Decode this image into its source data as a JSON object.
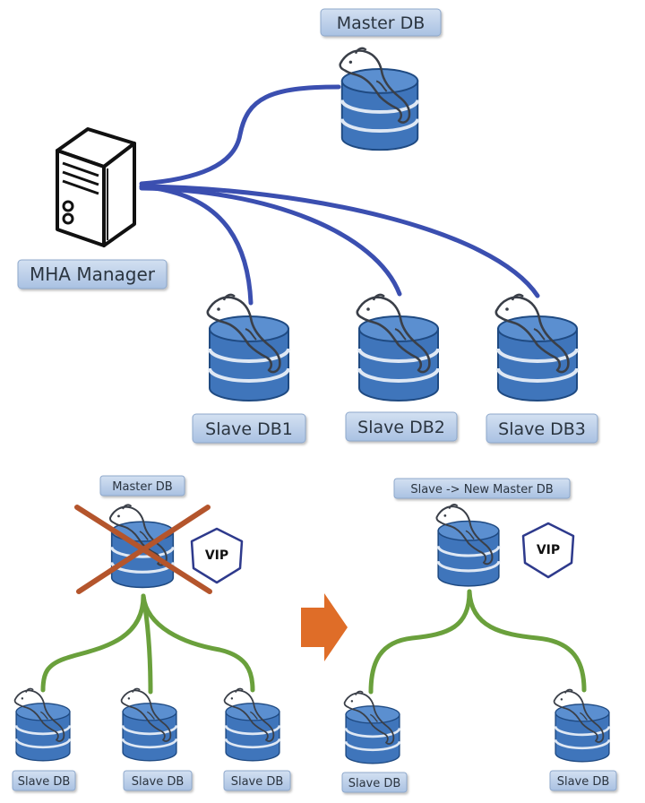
{
  "colors": {
    "label_fill": "#b9cde7",
    "label_stroke": "#8fa9cc",
    "db_fill": "#3f75bb",
    "db_dark": "#24548f",
    "db_stripe": "#dfe8f4",
    "top_link": "#3b4fb0",
    "bottom_link": "#6aa03c",
    "cross": "#b4552c",
    "arrow": "#df6d28",
    "vip_stroke": "#2e3a8c"
  },
  "top": {
    "master_label": "Master DB",
    "manager_label": "MHA Manager",
    "slaves": [
      "Slave DB1",
      "Slave DB2",
      "Slave DB3"
    ]
  },
  "failover_before": {
    "master_label": "Master DB",
    "vip_label": "VIP",
    "slaves": [
      "Slave DB",
      "Slave DB",
      "Slave DB"
    ]
  },
  "failover_after": {
    "master_label": "Slave -> New Master DB",
    "vip_label": "VIP",
    "slaves": [
      "Slave DB",
      "Slave DB"
    ]
  }
}
